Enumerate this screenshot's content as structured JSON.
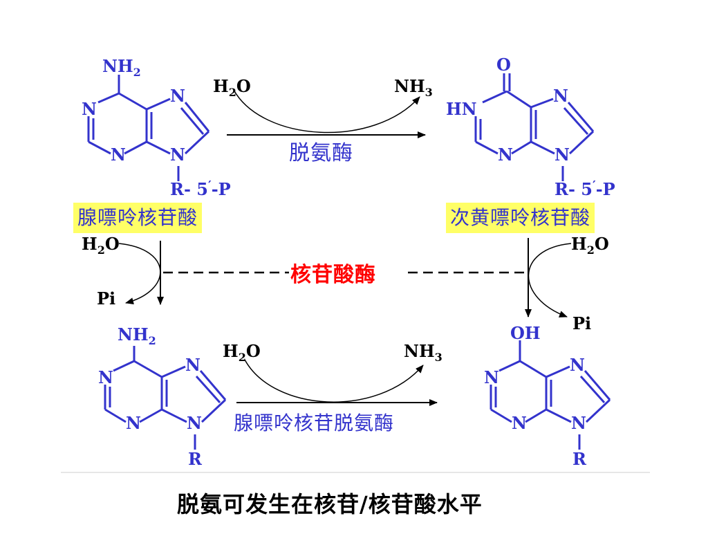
{
  "labels": {
    "amp": "腺嘌呤核苷酸",
    "imp": "次黄嘌呤核苷酸"
  },
  "enzymes": {
    "top": "脱氨酶",
    "middle": "核苷酸酶",
    "bottom": "腺嘌呤核苷脱氨酶"
  },
  "caption": "脱氨可发生在核苷/核苷酸水平",
  "chem": {
    "water": "H",
    "two": "2",
    "o": "O",
    "ammonia": "NH",
    "three": "3",
    "pi": "Pi"
  },
  "atoms": {
    "n": "N",
    "hn": "HN",
    "nh2_main": "NH",
    "nh2_sub": "2",
    "o": "O",
    "oh": "OH",
    "r": "R",
    "r5p": "R- 5",
    "prime": "′",
    "p_suffix": "-P"
  },
  "colors": {
    "structure": "#3333cc",
    "middle_enzyme": "#ff0000",
    "label_bg": "#ffff66"
  }
}
